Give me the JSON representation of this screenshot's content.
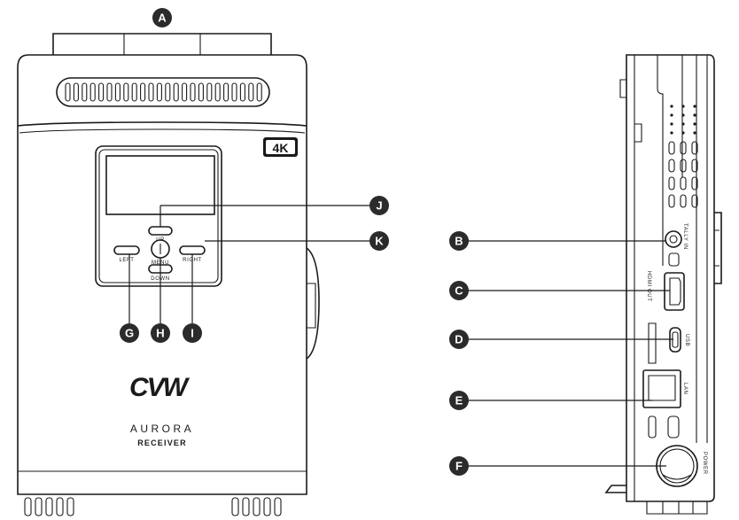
{
  "callouts": [
    {
      "id": "A",
      "label": "A"
    },
    {
      "id": "B",
      "label": "B"
    },
    {
      "id": "C",
      "label": "C"
    },
    {
      "id": "D",
      "label": "D"
    },
    {
      "id": "E",
      "label": "E"
    },
    {
      "id": "F",
      "label": "F"
    },
    {
      "id": "G",
      "label": "G"
    },
    {
      "id": "H",
      "label": "H"
    },
    {
      "id": "I",
      "label": "I"
    },
    {
      "id": "J",
      "label": "J"
    },
    {
      "id": "K",
      "label": "K"
    }
  ],
  "front_panel": {
    "badge": "4K",
    "brand_logo": "CVW",
    "product_line": "AURORA",
    "product_type": "RECEIVER",
    "buttons": {
      "up": "UP",
      "left": "LEFT",
      "right": "RIGHT",
      "menu": "MENU",
      "down": "DOWN"
    }
  },
  "side_panel": {
    "ports": {
      "tally": "TALLY IN",
      "hdmi": "HDMI OUT",
      "usb": "USB",
      "lan": "LAN",
      "power": "POWER"
    }
  },
  "colors": {
    "line": "#1a1a1a",
    "callout_fill": "#2b2b2b",
    "callout_text": "#ffffff"
  }
}
